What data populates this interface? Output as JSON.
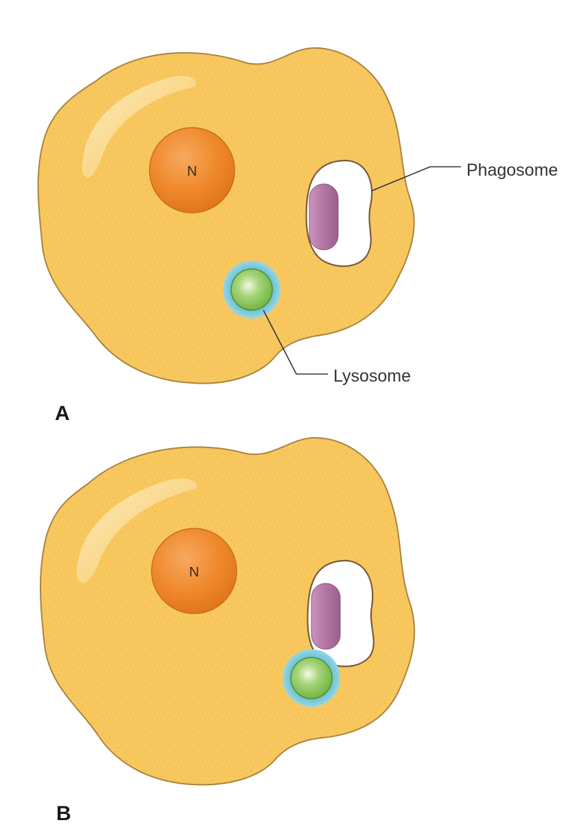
{
  "panels": [
    {
      "letter": "A",
      "nucleus_label": "N",
      "callouts": {
        "phagosome": "Phagosome",
        "lysosome": "Lysosome"
      }
    },
    {
      "letter": "B",
      "nucleus_label": "N"
    }
  ],
  "colors": {
    "cytoplasm": "#f8c85f",
    "cell_outline": "#a9833f",
    "nucleus": "#ef8a2c",
    "bacterium": "#b678a7",
    "lysosome_core": "#7fc04d",
    "lysosome_halo": "#68c1d4",
    "leader_line": "#333333"
  }
}
